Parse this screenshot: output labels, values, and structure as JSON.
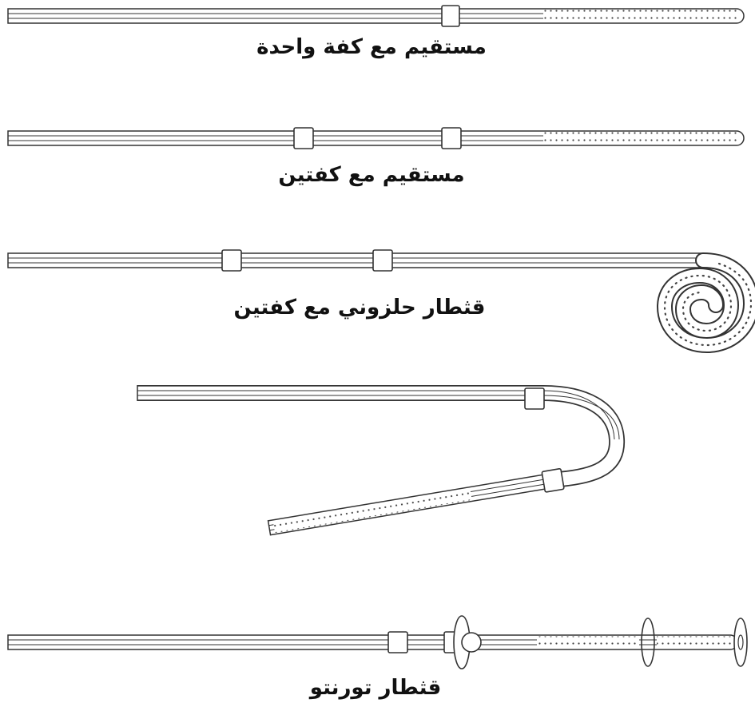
{
  "labels": {
    "straight_single_cuff": "مستقيم مع كفة واحدة",
    "straight_double_cuff": "مستقيم مع كفتين",
    "coiled_double_cuff": "قثطار حلزوني مع كفتين",
    "toronto": "قثطار تورنتو"
  },
  "colors": {
    "stroke": "#333333",
    "fill": "#ffffff",
    "text": "#111111"
  }
}
